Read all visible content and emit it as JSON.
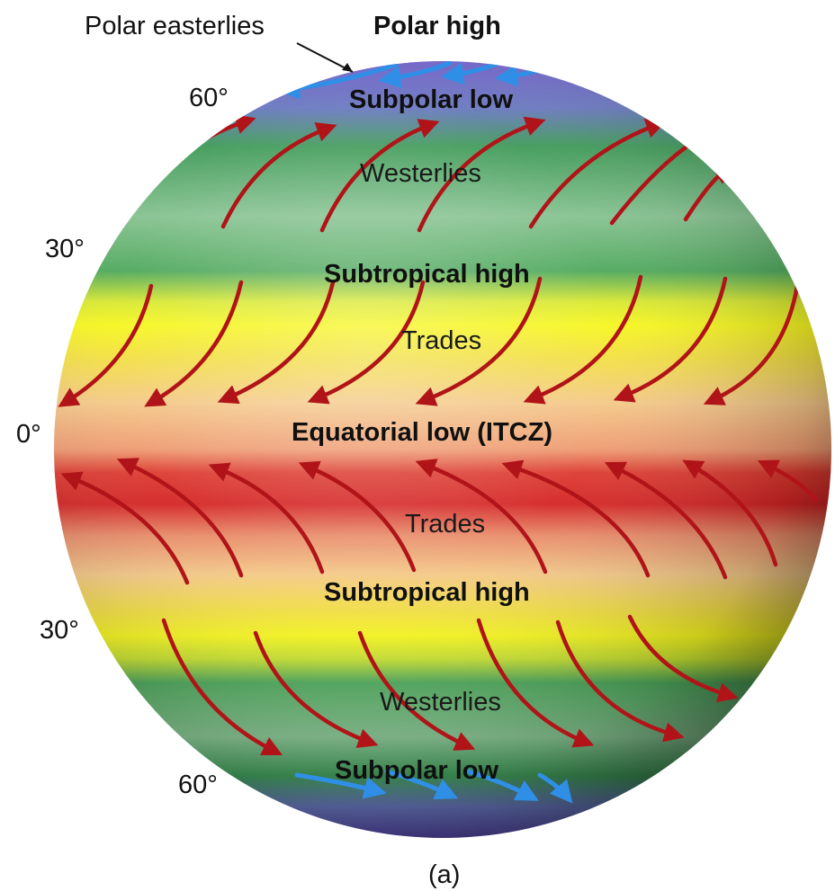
{
  "labels": {
    "polar_easterlies": "Polar easterlies",
    "polar_high": "Polar high",
    "subpolar_low_north": "Subpolar low",
    "westerlies_north": "Westerlies",
    "subtropical_high_north": "Subtropical high",
    "trades_north": "Trades",
    "equatorial_low": "Equatorial low (ITCZ)",
    "trades_south": "Trades",
    "subtropical_high_south": "Subtropical high",
    "westerlies_south": "Westerlies",
    "subpolar_low_south": "Subpolar low"
  },
  "latitudes": {
    "north_60": "60°",
    "north_30": "30°",
    "equator": "0°",
    "south_30": "30°",
    "south_60": "60°"
  },
  "caption": "(a)",
  "colors": {
    "polar": "#7b6fc0",
    "subpolar": "#3f9a55",
    "westerlies": "#8fc79a",
    "subtropical": "#f2f21a",
    "trades": "#f4c07a",
    "equatorial": "#d72828",
    "wind_arrow": "#b01418",
    "polar_arrow": "#2f8fe6"
  }
}
